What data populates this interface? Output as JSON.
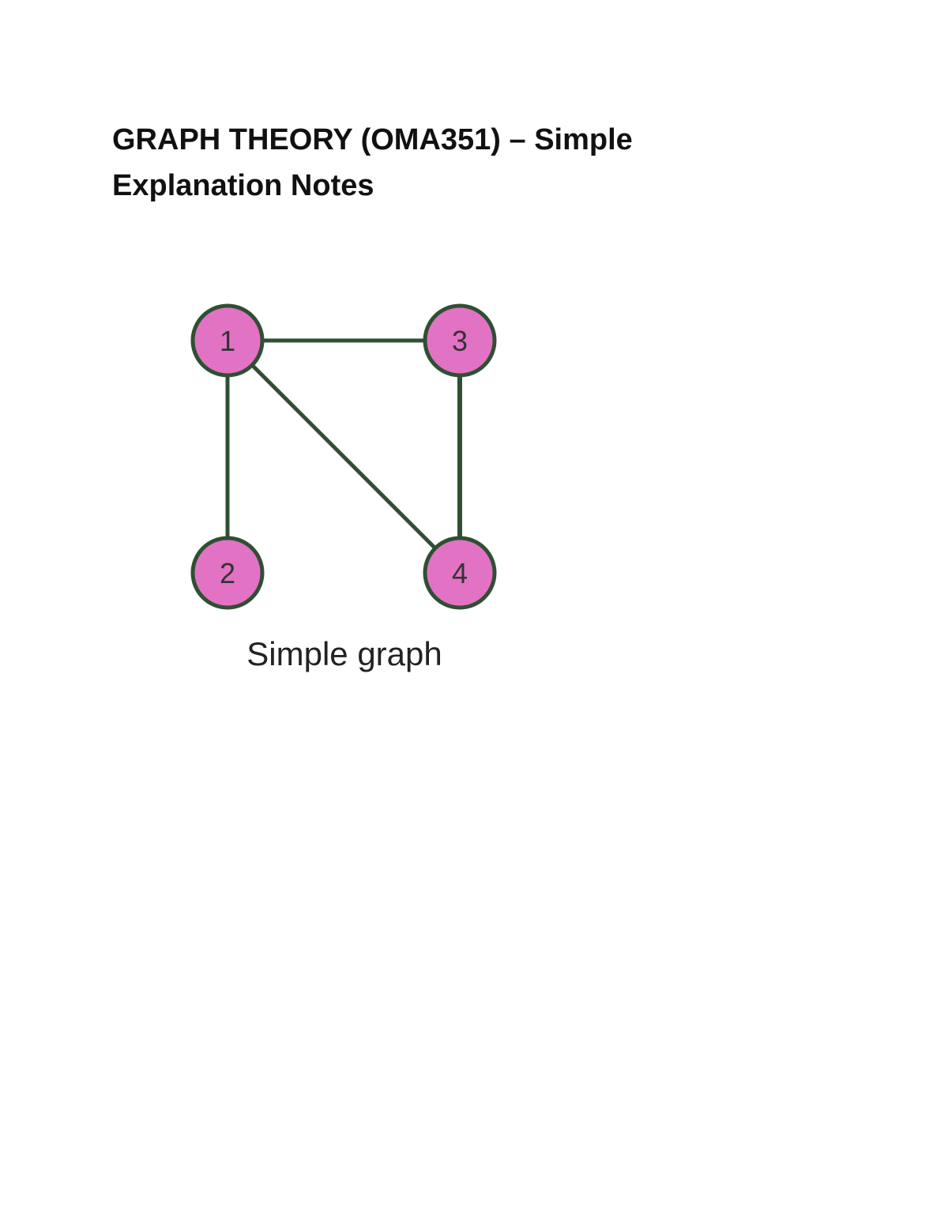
{
  "document": {
    "title": "GRAPH THEORY (OMA351) – Simple Explanation Notes"
  },
  "figure": {
    "caption": "Simple graph",
    "colors": {
      "node_fill": "#e272c4",
      "edge": "#2f4f33",
      "label": "#333333"
    },
    "nodes": [
      {
        "id": "1",
        "label": "1"
      },
      {
        "id": "2",
        "label": "2"
      },
      {
        "id": "3",
        "label": "3"
      },
      {
        "id": "4",
        "label": "4"
      }
    ],
    "edges": [
      {
        "from": "1",
        "to": "3"
      },
      {
        "from": "1",
        "to": "2"
      },
      {
        "from": "1",
        "to": "4"
      },
      {
        "from": "3",
        "to": "4"
      }
    ]
  }
}
